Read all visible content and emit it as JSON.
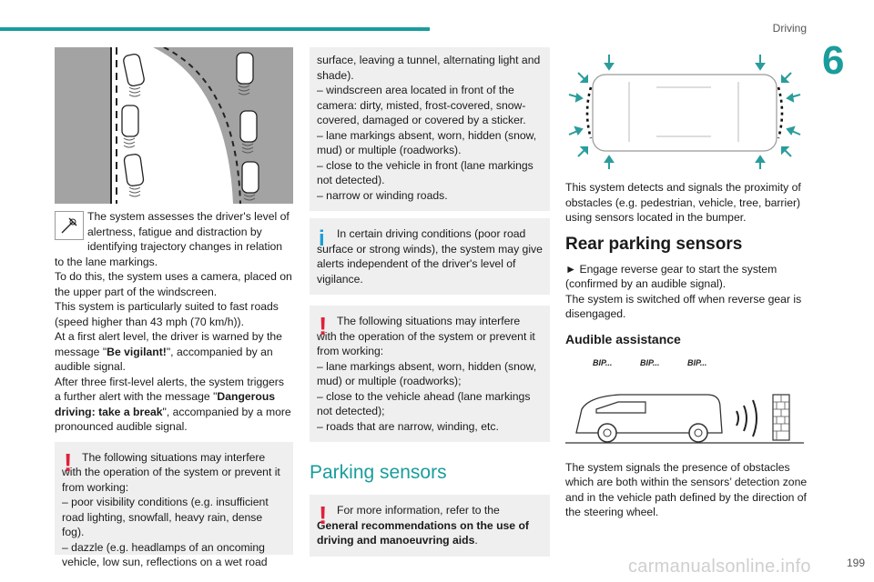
{
  "header": {
    "section": "Driving",
    "chapter": "6",
    "page": "199"
  },
  "watermark": "carmanualsonline.info",
  "col1": {
    "assess": "The system assesses the driver's level of alertness, fatigue and distraction by identifying trajectory changes in relation to the lane markings.",
    "camera": "To do this, the system uses a camera, placed on the upper part of the windscreen.",
    "roads": "This system is particularly suited to fast roads (speed higher than 43 mph (70 km/h)).",
    "first_pre": "At a first alert level, the driver is warned by the message \"",
    "first_bold": "Be vigilant!",
    "first_post": "\", accompanied by an audible signal.",
    "third_pre": "After three first-level alerts, the system triggers a further alert with the message \"",
    "third_bold": "Dangerous driving: take a break",
    "third_post": "\", accompanied by a more pronounced audible signal.",
    "warn_box": {
      "intro": "The following situations may interfere with the operation of the system or prevent it from working:",
      "items": [
        "– poor visibility conditions (e.g. insufficient road lighting, snowfall, heavy rain, dense fog).",
        "– dazzle (e.g. headlamps of an oncoming vehicle, low sun, reflections on a wet road"
      ]
    }
  },
  "col2": {
    "cont_items": [
      "surface, leaving a tunnel, alternating light and shade).",
      "– windscreen area located in front of the camera: dirty, misted, frost-covered, snow-covered, damaged or covered by a sticker.",
      "– lane markings absent, worn, hidden (snow, mud) or multiple (roadworks).",
      "– close to the vehicle in front (lane markings not detected).",
      "– narrow or winding roads."
    ],
    "info_box": "In certain driving conditions (poor road surface or strong winds), the system may give alerts independent of the driver's level of vigilance.",
    "warn_box2": {
      "intro": "The following situations may interfere with the operation of the system or prevent it from working:",
      "items": [
        "– lane markings absent, worn, hidden (snow, mud) or multiple (roadworks);",
        "– close to the vehicle ahead (lane markings not detected);",
        "– roads that are narrow, winding, etc."
      ]
    },
    "section_title": "Parking sensors",
    "warn_box3_pre": "For more information, refer to the ",
    "warn_box3_bold": "General recommendations on the use of driving and manoeuvring aids",
    "warn_box3_post": "."
  },
  "col3": {
    "detects": "This system detects and signals the proximity of obstacles (e.g. pedestrian, vehicle, tree, barrier) using sensors located in the bumper.",
    "h2": "Rear parking sensors",
    "engage": "► Engage reverse gear to start the system (confirmed by an audible signal).",
    "off": "The system is switched off when reverse gear is disengaged.",
    "h3": "Audible assistance",
    "bips": [
      "BIP...",
      "BIP...",
      "BIP..."
    ],
    "signals": "The system signals the presence of obstacles which are both within the sensors’ detection zone and in the vehicle path defined by the direction of the steering wheel."
  },
  "colors": {
    "accent": "#1a9c9c",
    "warning": "#e0203a",
    "info": "#1a9fd6",
    "box": "#efefef"
  }
}
